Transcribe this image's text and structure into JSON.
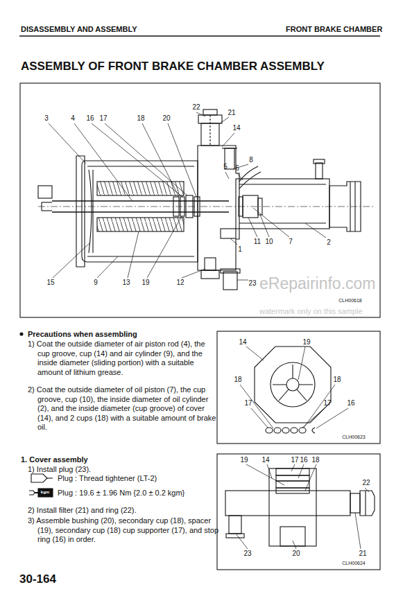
{
  "diagram": {
    "title": "ASSEMBLY OF FRONT BRAKE CHAMBER ASSEMBLY",
    "labels": [
      "DISASSEMBLY AND ASSEMBLY",
      "FRONT BRAKE CHAMBER",
      "22",
      "21",
      "3",
      "4",
      "16",
      "17",
      "18",
      "20",
      "14",
      "8",
      "5",
      "6",
      "11",
      "10",
      "7",
      "2",
      "1",
      "15",
      "9",
      "13",
      "19",
      "12",
      "23",
      "CLH00618",
      "eRepairinfo.com",
      "watermark only on this sample",
      "Precautions when assembling",
      "1) Coat the outside diameter of air piston rod (4), the cup groove, cup (14) and air cylinder (9), and the inside diameter (sliding portion) with a suitable amount of lithium grease.",
      "2) Coat the outside diameter of oil piston (7), the cup groove, cup (10), the inside diameter of oil cylinder (2), and the inside diameter (cup groove) of cover (14), and 2 cups (18) with a suitable amount of brake oil.",
      "14",
      "19",
      "18",
      "18",
      "17",
      "17",
      "16",
      "CLH00623",
      "1. Cover assembly",
      "1) Install plug (23).",
      "Plug : Thread tightener (LT-2)",
      "kgm",
      "Plug : 19.6 ± 1.96 Nm {2.0 ± 0.2 kgm}",
      "2) Install filter (21) and ring (22).",
      "3) Assemble bushing (20), secondary cup (18), spacer (19), secondary cup (18) cup supporter (17), and stop ring (16) in order.",
      "19",
      "14",
      "17",
      "16",
      "18",
      "22",
      "23",
      "20",
      "21",
      "CLH00624",
      "30-164"
    ]
  }
}
